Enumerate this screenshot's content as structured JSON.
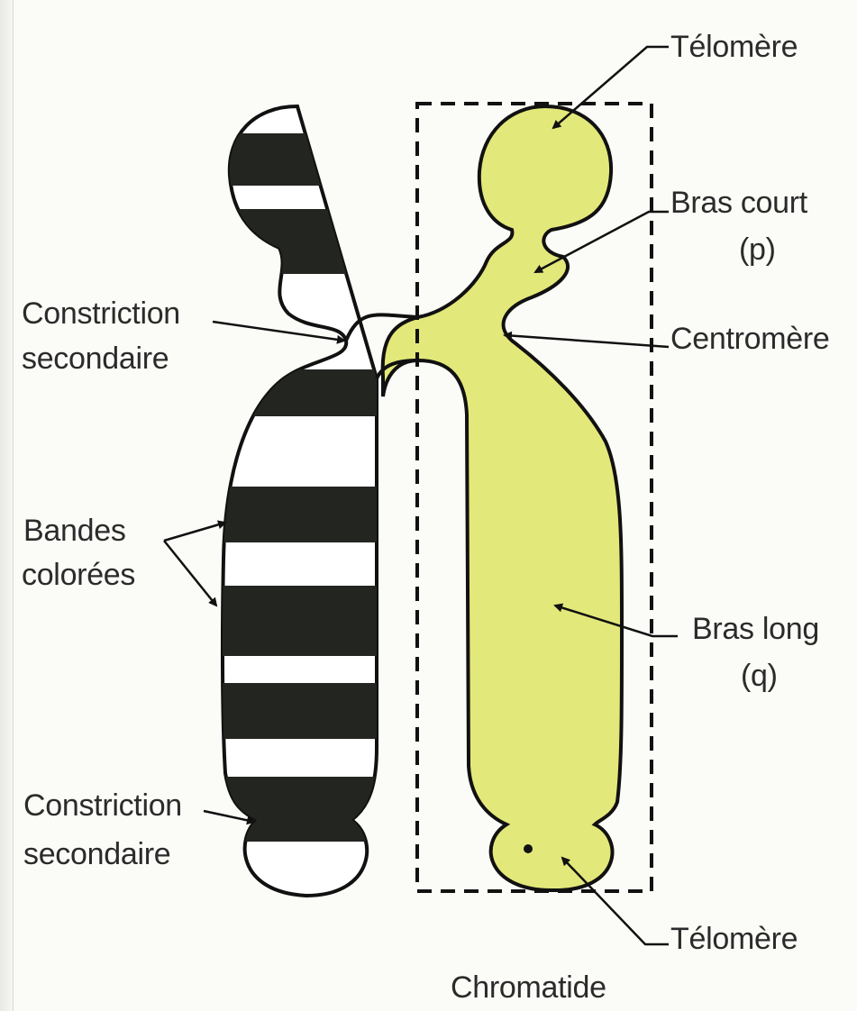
{
  "diagram": {
    "labels": {
      "telomere_top": "Télomère",
      "bras_court_line1": "Bras court",
      "bras_court_line2": "(p)",
      "constriction_top_line1": "Constriction",
      "constriction_top_line2": "secondaire",
      "centromere": "Centromère",
      "bandes_line1": "Bandes",
      "bandes_line2": "colorées",
      "bras_long_line1": "Bras long",
      "bras_long_line2": "(q)",
      "constriction_bottom_line1": "Constriction",
      "constriction_bottom_line2": "secondaire",
      "telomere_bottom": "Télomère",
      "chromatide": "Chromatide"
    },
    "colors": {
      "chromatid_fill": "#e3e87a",
      "band_fill": "#232521",
      "outline": "#111111",
      "text": "#2b2b2b",
      "background": "#fbfbf8"
    }
  }
}
